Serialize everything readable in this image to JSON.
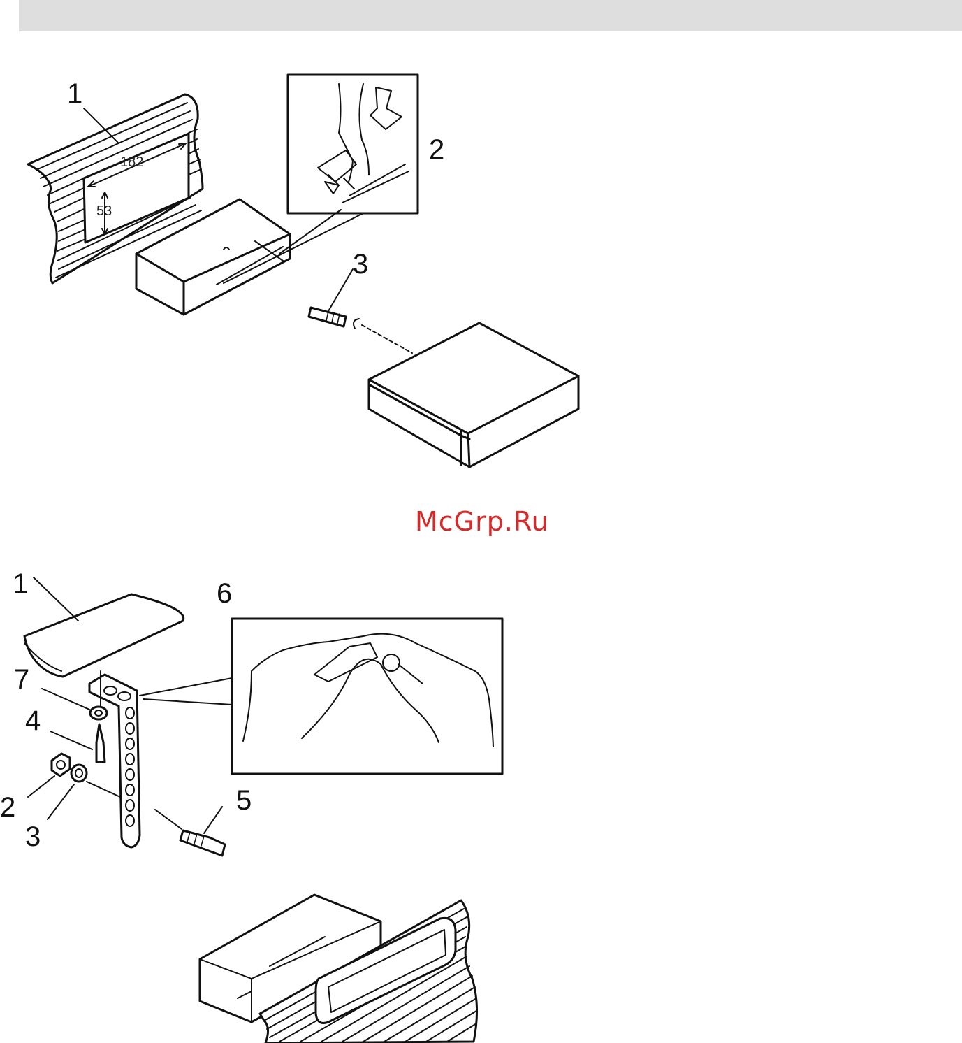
{
  "colors": {
    "header_bar": "#dedede",
    "line": "#111111",
    "watermark": "#d42a2a"
  },
  "watermark": "McGrp.Ru",
  "figure_top": {
    "callouts": [
      "1",
      "2",
      "3"
    ],
    "dimension_width": "182",
    "dimension_height": "53"
  },
  "figure_bottom": {
    "callouts": [
      "1",
      "6",
      "7",
      "4",
      "2",
      "3",
      "5"
    ]
  }
}
